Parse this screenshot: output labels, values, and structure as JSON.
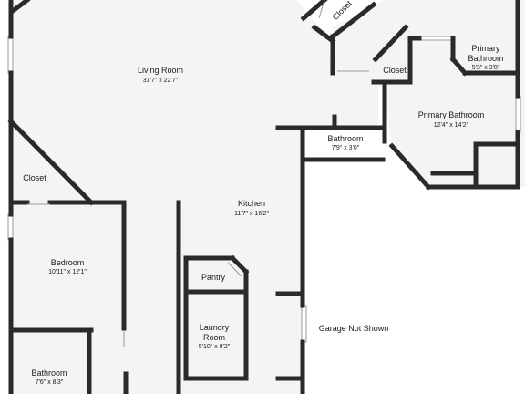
{
  "rooms": {
    "living_room": {
      "label": "Living Room",
      "dims": "31'7\" x 22'7\""
    },
    "closet_top": {
      "label": "Closet"
    },
    "closet_mid": {
      "label": "Closet"
    },
    "primary_bathroom_small": {
      "label": "Primary",
      "label2": "Bathroom",
      "dims": "5'3\" x 3'8\""
    },
    "primary_bathroom_large": {
      "label": "Primary Bathroom",
      "dims": "12'4\" x 14'2\""
    },
    "bathroom_mid": {
      "label": "Bathroom",
      "dims": "7'9\" x 3'0\""
    },
    "closet_left": {
      "label": "Closet"
    },
    "kitchen": {
      "label": "Kitchen",
      "dims": "11'7\" x 16'2\""
    },
    "bedroom": {
      "label": "Bedroom",
      "dims": "10'11\" x 12'1\""
    },
    "pantry": {
      "label": "Pantry"
    },
    "laundry": {
      "label": "Laundry",
      "label2": "Room",
      "dims": "5'10\" x 8'2\""
    },
    "garage": {
      "label": "Garage Not Shown"
    },
    "bathroom_bottom": {
      "label": "Bathroom",
      "dims": "7'6\" x 8'3\""
    }
  }
}
